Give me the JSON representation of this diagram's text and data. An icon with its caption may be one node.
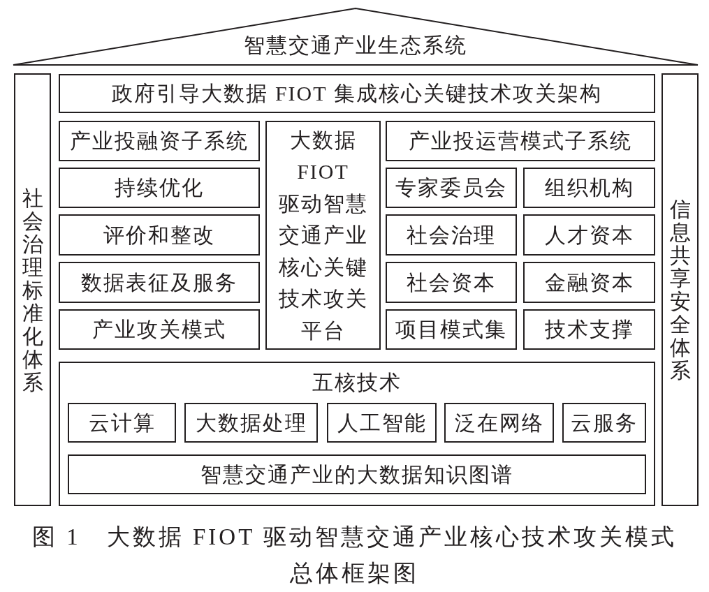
{
  "diagram": {
    "caption": "图 1　大数据 FIOT 驱动智慧交通产业核心技术攻关模式总体框架图",
    "nodes": [
      {
        "text": [
          "智慧交通产业生态系统"
        ]
      },
      {
        "text": [
          "社会治理标准化体系"
        ]
      },
      {
        "text": [
          "政府引导大数据 FIOT 集成核心关键技术攻关架构"
        ]
      },
      {
        "text": [
          "产业投融资子系统"
        ]
      },
      {
        "text": [
          "大数据 FIOT 驱动智慧交通产业核心关键技术攻关平台"
        ]
      },
      {
        "text": [
          "产业投运营模式子系统"
        ]
      },
      {
        "text": [
          "持续优化"
        ]
      },
      {
        "text": [
          "专家委员会"
        ]
      },
      {
        "text": [
          "组织机构"
        ]
      },
      {
        "text": [
          "评价和整改"
        ]
      },
      {
        "text": [
          "社会治理"
        ]
      },
      {
        "text": [
          "人才资本"
        ]
      },
      {
        "text": [
          "数据表征及服务"
        ]
      },
      {
        "text": [
          "社会资本"
        ]
      },
      {
        "text": [
          "金融资本"
        ]
      },
      {
        "text": [
          "产业攻关模式"
        ]
      },
      {
        "text": [
          "项目模式集"
        ]
      },
      {
        "text": [
          "技术支撑"
        ]
      },
      {
        "text": [
          "五核技术"
        ]
      },
      {
        "text": [
          "云计算"
        ],
        "in": 18
      },
      {
        "text": [
          "大数据处理"
        ],
        "in": 18
      },
      {
        "text": [
          "人工智能"
        ],
        "in": 18
      },
      {
        "text": [
          "泛在网络"
        ],
        "in": 18
      },
      {
        "text": [
          "云服务"
        ],
        "in": 18
      },
      {
        "text": [
          "智慧交通产业的大数据知识图谱"
        ],
        "in": 18
      },
      {
        "text": [
          "信息共享安全体系"
        ]
      }
    ]
  }
}
